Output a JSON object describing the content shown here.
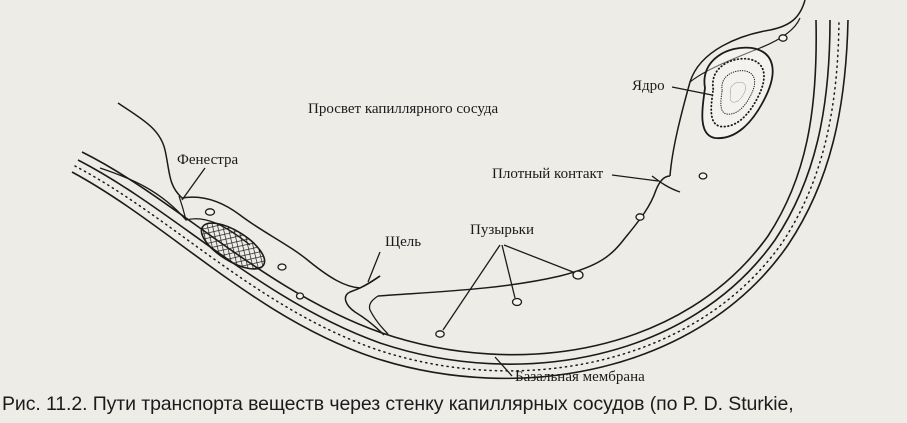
{
  "figure": {
    "labels": {
      "lumen": "Просвет капиллярного сосуда",
      "nucleus": "Ядро",
      "fenestra": "Фенестра",
      "tight_junction": "Плотный контакт",
      "vesicles": "Пузырьки",
      "cleft": "Щель",
      "basement_membrane": "Базальная мембрана"
    },
    "caption": "Рис. 11.2. Пути транспорта веществ через стенку капиллярных сосудов (по P. D. Sturkie,"
  },
  "colors": {
    "ink": "#1b1b1b",
    "paper": "#eeece7"
  }
}
